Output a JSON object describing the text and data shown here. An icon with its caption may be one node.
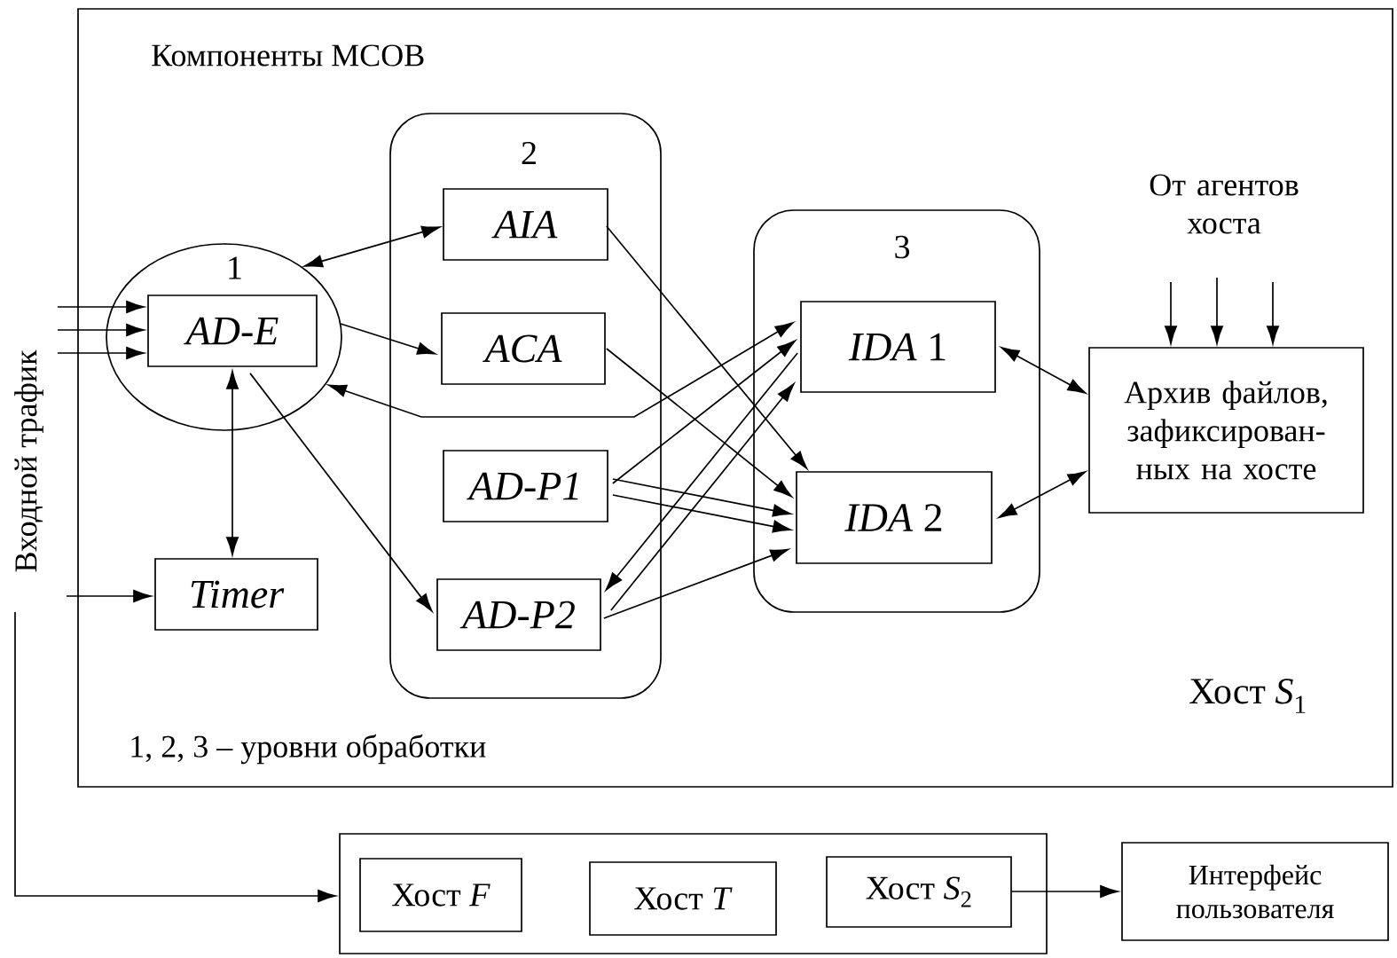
{
  "diagram": {
    "nodes": [
      {
        "text": [
          "Компоненты МСОВ",
          "Хост *S*$_{1}$",
          "1, 2, 3 – уровни обработки"
        ]
      },
      {
        "text": [
          "1"
        ],
        "in": 0
      },
      {
        "text": [
          "AD-E"
        ],
        "in": 1
      },
      {
        "text": [
          "Timer"
        ],
        "in": 0
      },
      {
        "text": [
          "2"
        ],
        "in": 0
      },
      {
        "text": [
          "AIA"
        ],
        "in": 4
      },
      {
        "text": [
          "ACA"
        ],
        "in": 4
      },
      {
        "text": [
          "AD-P1"
        ],
        "in": 4
      },
      {
        "text": [
          "AD-P2"
        ],
        "in": 4
      },
      {
        "text": [
          "3"
        ],
        "in": 0
      },
      {
        "text": [
          "*IDA* 1"
        ],
        "in": 9
      },
      {
        "text": [
          "*IDA* 2"
        ],
        "in": 9
      },
      {
        "text": [
          "Архив файлов, зафиксирован- ных на хосте"
        ],
        "in": 0
      },
      {
        "text": [
          "От агентов хоста"
        ],
        "in": 0
      },
      {
        "text": [
          "Входной трафик"
        ]
      },
      {
        "text": [],
        "shape": "box"
      },
      {
        "text": [
          "Хост *F*"
        ],
        "in": 15
      },
      {
        "text": [
          "Хост *T*"
        ],
        "in": 15
      },
      {
        "text": [
          "Хост *S*$_{2}$"
        ],
        "in": 15
      },
      {
        "text": [
          "Интерфейс пользователя"
        ]
      }
    ],
    "edges": [
      {
        "from": 14,
        "to": 2,
        "arrow": "to"
      },
      {
        "from": 14,
        "to": 2,
        "arrow": "to"
      },
      {
        "from": 14,
        "to": 2,
        "arrow": "to"
      },
      {
        "from": 14,
        "to": 3,
        "arrow": "to"
      },
      {
        "from": 14,
        "to": 15,
        "arrow": "to"
      },
      {
        "from": 1,
        "to": 5,
        "arrow": "both"
      },
      {
        "from": 1,
        "to": 6,
        "arrow": "to"
      },
      {
        "from": 2,
        "to": 3,
        "arrow": "both"
      },
      {
        "from": 2,
        "to": 8,
        "arrow": "to"
      },
      {
        "from": 1,
        "to": 10,
        "arrow": "both"
      },
      {
        "from": 7,
        "to": 10,
        "arrow": "to"
      },
      {
        "from": 10,
        "to": 8,
        "arrow": "to"
      },
      {
        "from": 8,
        "to": 10,
        "arrow": "to"
      },
      {
        "from": 5,
        "to": 11,
        "arrow": "to"
      },
      {
        "from": 6,
        "to": 11,
        "arrow": "to"
      },
      {
        "from": 7,
        "to": 11,
        "arrow": "to"
      },
      {
        "from": 7,
        "to": 11,
        "arrow": "to"
      },
      {
        "from": 8,
        "to": 11,
        "arrow": "to"
      },
      {
        "from": 10,
        "to": 12,
        "arrow": "both"
      },
      {
        "from": 11,
        "to": 12,
        "arrow": "both"
      },
      {
        "from": 13,
        "to": 12,
        "arrow": "to"
      },
      {
        "from": 13,
        "to": 12,
        "arrow": "to"
      },
      {
        "from": 13,
        "to": 12,
        "arrow": "to"
      },
      {
        "from": 18,
        "to": 19,
        "arrow": "to"
      }
    ]
  }
}
